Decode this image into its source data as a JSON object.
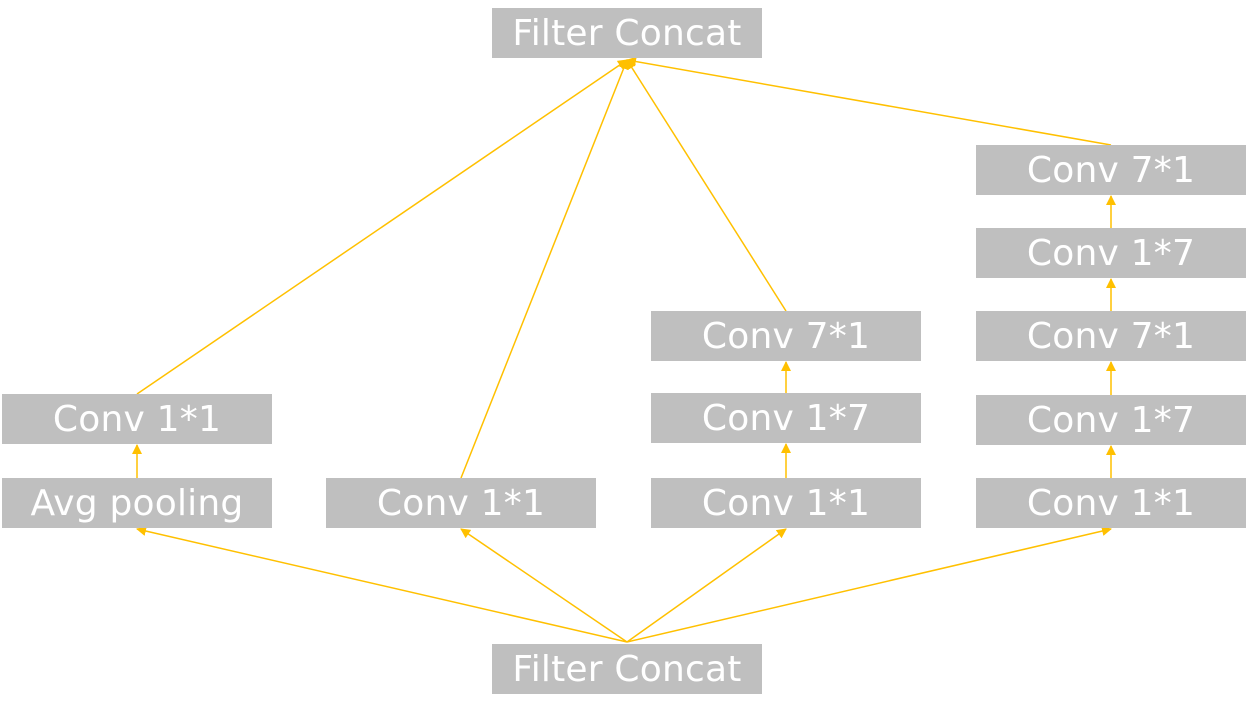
{
  "diagram": {
    "accent_color": "#FFC000",
    "box_color": "#BFBFBF",
    "text_color": "#FFFFFF",
    "nodes": {
      "top_concat": "Filter Concat",
      "bottom_concat": "Filter Concat",
      "b1_pool": "Avg pooling",
      "b1_conv": "Conv 1*1",
      "b2_conv": "Conv 1*1",
      "b3_conv1": "Conv 1*1",
      "b3_conv2": "Conv 1*7",
      "b3_conv3": "Conv 7*1",
      "b4_conv1": "Conv 1*1",
      "b4_conv2": "Conv 1*7",
      "b4_conv3": "Conv 7*1",
      "b4_conv4": "Conv 1*7",
      "b4_conv5": "Conv 7*1"
    },
    "edges": [
      {
        "from": "bottom_concat",
        "to": "b1_pool"
      },
      {
        "from": "bottom_concat",
        "to": "b2_conv"
      },
      {
        "from": "bottom_concat",
        "to": "b3_conv1"
      },
      {
        "from": "bottom_concat",
        "to": "b4_conv1"
      },
      {
        "from": "b1_pool",
        "to": "b1_conv"
      },
      {
        "from": "b3_conv1",
        "to": "b3_conv2"
      },
      {
        "from": "b3_conv2",
        "to": "b3_conv3"
      },
      {
        "from": "b4_conv1",
        "to": "b4_conv2"
      },
      {
        "from": "b4_conv2",
        "to": "b4_conv3"
      },
      {
        "from": "b4_conv3",
        "to": "b4_conv4"
      },
      {
        "from": "b4_conv4",
        "to": "b4_conv5"
      },
      {
        "from": "b1_conv",
        "to": "top_concat"
      },
      {
        "from": "b2_conv",
        "to": "top_concat"
      },
      {
        "from": "b3_conv3",
        "to": "top_concat"
      },
      {
        "from": "b4_conv5",
        "to": "top_concat"
      }
    ]
  }
}
